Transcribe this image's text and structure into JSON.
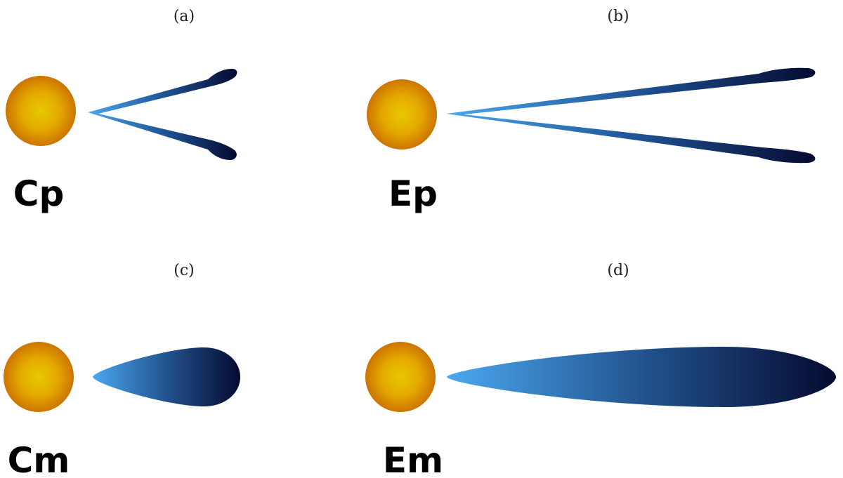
{
  "panels": [
    {
      "id": "a",
      "tag": "(a)",
      "label": "Cp",
      "tail": "split"
    },
    {
      "id": "b",
      "tag": "(b)",
      "label": "Ep",
      "tail": "split"
    },
    {
      "id": "c",
      "tag": "(c)",
      "label": "Cm",
      "tail": "solid"
    },
    {
      "id": "d",
      "tag": "(d)",
      "label": "Em",
      "tail": "solid"
    }
  ],
  "colors": {
    "sun_center": "#e8c800",
    "sun_edge": "#d07a00",
    "tail_tip": "#4aa8f0",
    "tail_end": "#050a30"
  }
}
